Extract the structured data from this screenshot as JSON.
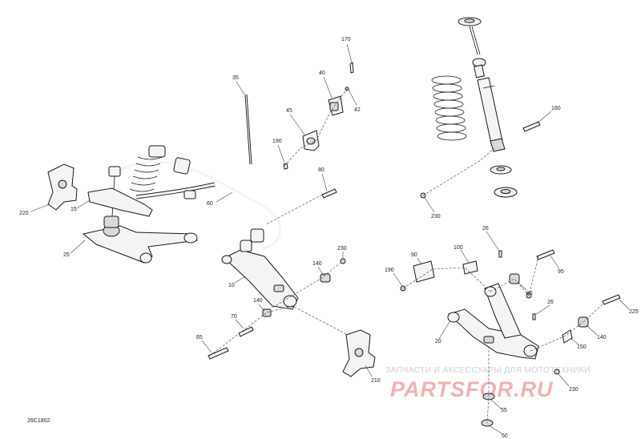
{
  "diagram_code": "26C1802",
  "watermark": {
    "tagline": "ЗАПЧАСТИ И АКСЕССУАРЫ ДЛЯ МОТОТЕХНИКИ",
    "brand": "PARTSFOR.RU"
  },
  "callouts": {
    "c170": "170",
    "c40": "40",
    "c42": "42",
    "c35": "35",
    "c45": "45",
    "c190a": "190",
    "c80": "80",
    "c60": "60",
    "c220": "220",
    "c15": "15",
    "c25": "25",
    "c10": "10",
    "c140a": "140",
    "c230a": "230",
    "c140b": "140",
    "c70": "70",
    "c65": "65",
    "c210": "210",
    "c180": "180",
    "c230b": "230",
    "c26a": "26",
    "c100": "100",
    "c90": "90",
    "c190b": "190",
    "c95": "95",
    "c85": "85",
    "c26b": "26",
    "c225": "225",
    "c20": "20",
    "c140c": "140",
    "c150": "150",
    "c230c": "230",
    "c55": "55",
    "c50": "50"
  }
}
